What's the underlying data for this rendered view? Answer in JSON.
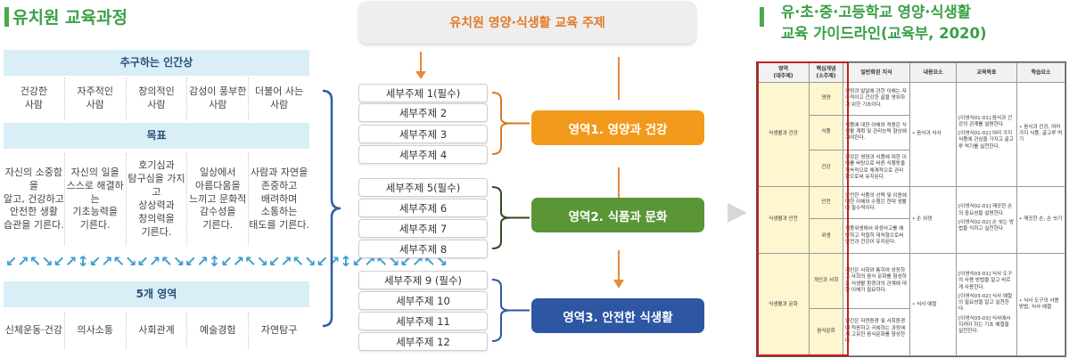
{
  "left_panel": {
    "title": "유치원 교육과정",
    "human_image_header": "추구하는 인간상",
    "human_images": [
      "건강한\n사람",
      "자주적인\n사람",
      "창의적인\n사람",
      "감성이 풍부한\n사람",
      "더불어 사는\n사람"
    ],
    "goals_header": "목표",
    "goals": [
      "자신의 소중함을\n알고, 건강하고\n안전한 생활\n습관을 기른다.",
      "자신의 일을\n스스로 해결하는\n기초능력을\n기른다.",
      "호기심과\n탐구심을 가지고\n상상력과\n창의력을\n기른다.",
      "일상에서\n아름다움을\n느끼고 문화적\n감수성을\n기른다.",
      "사람과 자연을\n존중하고\n배려하며\n소통하는\n태도를 기른다."
    ],
    "arrows": [
      "↙↗",
      "↖↘",
      "↙↗",
      "↕",
      "↙↗",
      "↖↘",
      "↙↗",
      "↖↘",
      "↙↗",
      "↕",
      "↙↗",
      "↖↘",
      "↙↗",
      "↖↘",
      "↙↗",
      "↕",
      "↙↗",
      "↖↘",
      "↙↗",
      "↖↘"
    ],
    "areas_header": "5개 영역",
    "areas": [
      "신체운동·건강",
      "의사소통",
      "사회관계",
      "예술경험",
      "자연탐구"
    ]
  },
  "middle_panel": {
    "title": "유치원 영양·식생활 교육 주제",
    "groups": [
      {
        "topics": [
          "세부주제 1(필수)",
          "세부주제 2",
          "세부주제 3",
          "세부주제 4"
        ],
        "domain": "영역1. 영양과 건강",
        "color": "#f29a1b",
        "bracket_color": "#d57a24"
      },
      {
        "topics": [
          "세부주제 5(필수)",
          "세부주제 6",
          "세부주제 7",
          "세부주제 8"
        ],
        "domain": "영역2. 식품과 문화",
        "color": "#5a9636",
        "bracket_color": "#2f4a22"
      },
      {
        "topics": [
          "세부주제 9 (필수)",
          "세부주제 10",
          "세부주제 11",
          "세부주제 12"
        ],
        "domain": "영역3. 안전한 식생활",
        "color": "#2d56a3",
        "bracket_color": "#2d56a3"
      }
    ],
    "arrow_color": "#e78a3a"
  },
  "right_panel": {
    "title_line1": "유·초·중·고등학교 영양·식생활",
    "title_line2": "교육 가이드라인(교육부, 2020)",
    "table": {
      "headers": [
        "영역\n(대주제)",
        "핵심개념\n(소주제)",
        "일반화된 지식",
        "내용요소",
        "교육목표",
        "학습요소"
      ],
      "rows": [
        {
          "area": "식생활과 건강",
          "concepts": [
            "영양",
            "식품",
            "건강"
          ],
          "knowledge": [
            "영양과 발달에 관한 이해는 자주적이고 건강한 삶을 영위하기 위한 기초이다.",
            "식품에 대한 이해와 적용은 식생활 계획 및 관리능력 향상에 기여한다.",
            "건강은 영양과 식품에 대한 이해를 바탕으로 바른 식행동을 지속적으로 체계적으로 관리함으로써 유지된다."
          ],
          "content": "• 음식과 식사",
          "goals": [
            "[이영식01-01] 음식과 건강의 관계를 설명한다.",
            "[이영식01-02] 여러 가지 식품에 관심을 가지고 골고루 먹기를 실천한다."
          ],
          "learning": "• 음식과 건강, 여러 가지 식품, 골고루 먹기"
        },
        {
          "area": "식생활과 안전",
          "concepts": [
            "안전",
            "위생"
          ],
          "knowledge": [
            "안전한 식품의 선택 및 이용에 대한 이해와 수행은 현대 생활에 필수적이다.",
            "식품위생에서 위생사고를 예방하고 적절히 대처함으로써 안전과 건강이 유지된다."
          ],
          "content": "• 손 위생",
          "goals": [
            "[이영식02-01] 깨끗한 손의 중요성을 설명한다.",
            "[이영식02-02] 손 씻는 방법을 익히고 실천한다."
          ],
          "learning": "• 깨끗한 손, 손 씻기"
        },
        {
          "area": "식생활과 문화",
          "concepts": [
            "개인과 사회",
            "음식문화"
          ],
          "knowledge": [
            "개인은 사회와 통하여 성장하고 사회의 음식 문화를 형성하는 식생활 환경과의 관계에 대한 이해가 필요하다.",
            "인간은 자연환경 및 사회환경에 적응하고 극복하는 과정에서 고유한 음식문화를 형성한다."
          ],
          "content": "• 식사 예절",
          "goals": [
            "[이영식03-01] 식사 도구의 사용 방법을 알고 바르게 사용한다.",
            "[이영식03-02] 식사 예절의 필요성을 알고 실천한다.",
            "[이영식03-03] 식사에서 지켜야 하는 기초 예절을 실천한다."
          ],
          "learning": "• 식사 도구의 사용 방법, 식사 예절"
        }
      ]
    }
  }
}
